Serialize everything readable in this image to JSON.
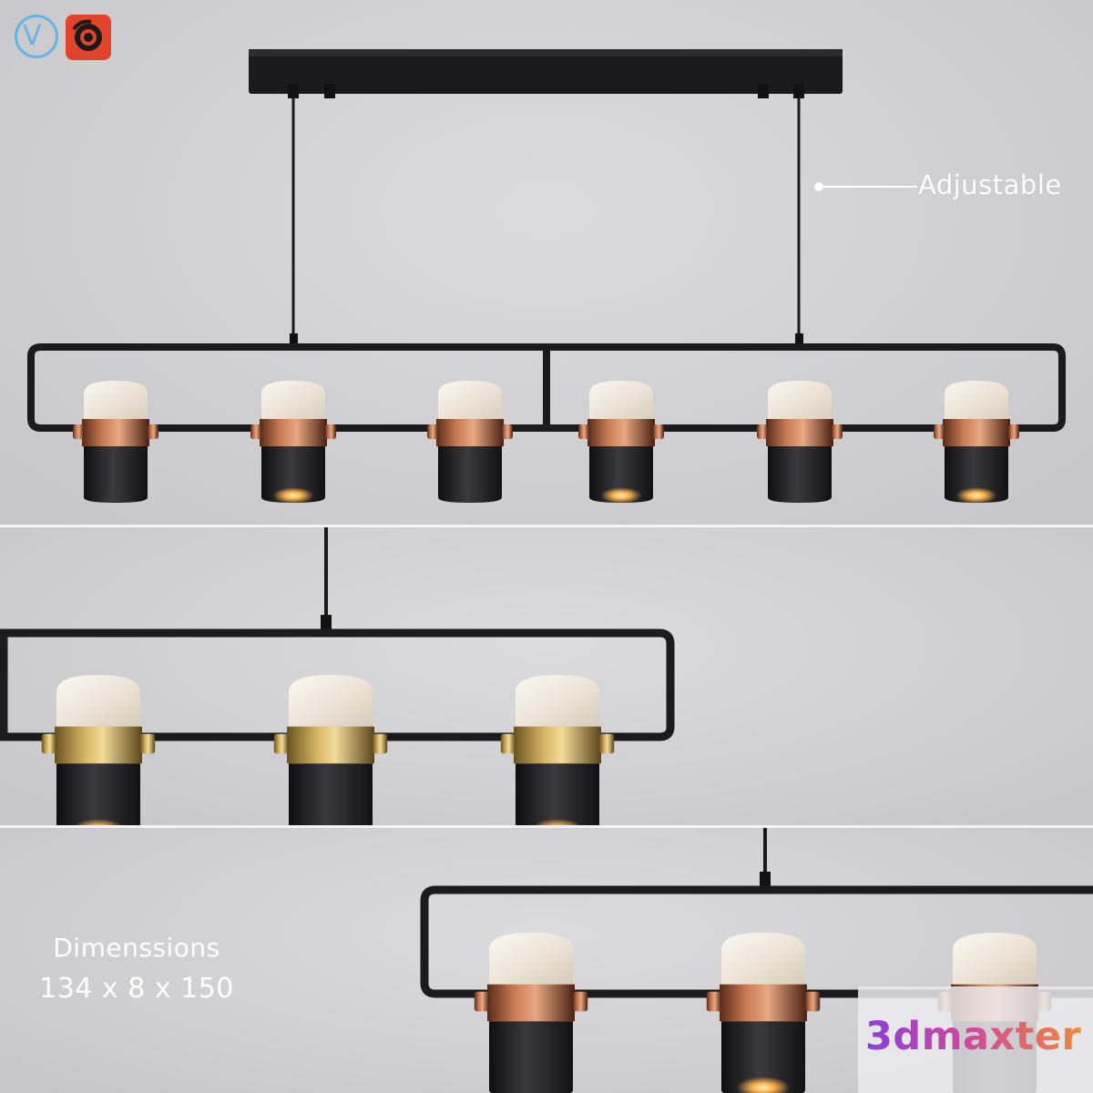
{
  "badges": {
    "vray_icon": "vray-logo-icon",
    "corona_icon": "corona-logo-icon"
  },
  "callout": {
    "label": "Adjustable"
  },
  "dimensions": {
    "title": "Dimenssions",
    "value": "134 x 8 x 150"
  },
  "watermark": {
    "text": "3dmaxter"
  },
  "colors": {
    "background": "#d2d2d4",
    "frame": "#1d1d1f",
    "copper": "#b86a45",
    "brass": "#c9a24e",
    "marble": "#f1ebe2",
    "glow": "#ffb14a"
  }
}
